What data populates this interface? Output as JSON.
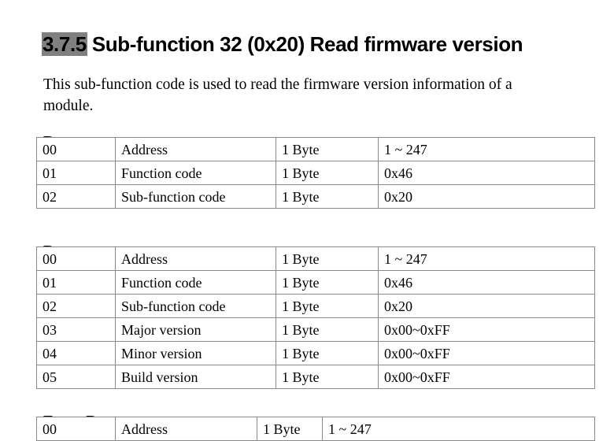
{
  "heading": {
    "number": "3.7.5",
    "title": "Sub-function 32 (0x20) Read firmware version"
  },
  "intro": "This sub-function code is used to read the firmware version information of a module.",
  "sections": {
    "request_label": "Request",
    "response_label": "Response",
    "error_label": "Error Response"
  },
  "request_table": {
    "rows": [
      {
        "offset": "00",
        "field": "Address",
        "size": "1 Byte",
        "value": "1 ~ 247"
      },
      {
        "offset": "01",
        "field": "Function code",
        "size": "1 Byte",
        "value": "0x46"
      },
      {
        "offset": "02",
        "field": "Sub-function code",
        "size": "1 Byte",
        "value": "0x20"
      }
    ]
  },
  "response_table": {
    "rows": [
      {
        "offset": "00",
        "field": "Address",
        "size": "1 Byte",
        "value": "1 ~ 247"
      },
      {
        "offset": "01",
        "field": "Function code",
        "size": "1 Byte",
        "value": "0x46"
      },
      {
        "offset": "02",
        "field": "Sub-function code",
        "size": "1 Byte",
        "value": "0x20"
      },
      {
        "offset": "03",
        "field": "Major version",
        "size": "1 Byte",
        "value": "0x00~0xFF"
      },
      {
        "offset": "04",
        "field": "Minor version",
        "size": "1 Byte",
        "value": "0x00~0xFF"
      },
      {
        "offset": "05",
        "field": "Build version",
        "size": "1 Byte",
        "value": "0x00~0xFF"
      }
    ]
  },
  "error_table": {
    "rows": [
      {
        "offset": "00",
        "field": "Address",
        "size": "1 Byte",
        "value": "1 ~ 247"
      }
    ]
  }
}
